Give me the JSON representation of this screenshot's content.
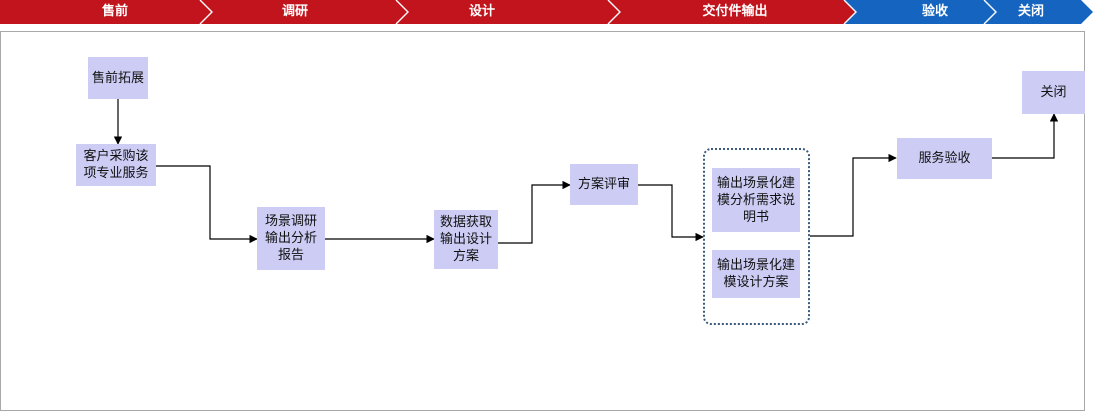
{
  "colors": {
    "phase_red": "#c1141d",
    "phase_blue": "#1565c0",
    "node_fill": "#ccccf4",
    "group_border": "#3c5a7d"
  },
  "phases": [
    "售前",
    "调研",
    "设计",
    "交付件输出",
    "验收",
    "关闭"
  ],
  "nodes": {
    "presale_expand": "售前拓展",
    "customer_purchase": "客户采购该项专业服务",
    "scene_research": "场景调研输出分析报告",
    "data_acquisition": "数据获取输出设计方案",
    "plan_review": "方案评审",
    "requirement_doc": "输出场景化建模分析需求说明书",
    "design_plan": "输出场景化建模设计方案",
    "service_acceptance": "服务验收",
    "close": "关闭"
  }
}
